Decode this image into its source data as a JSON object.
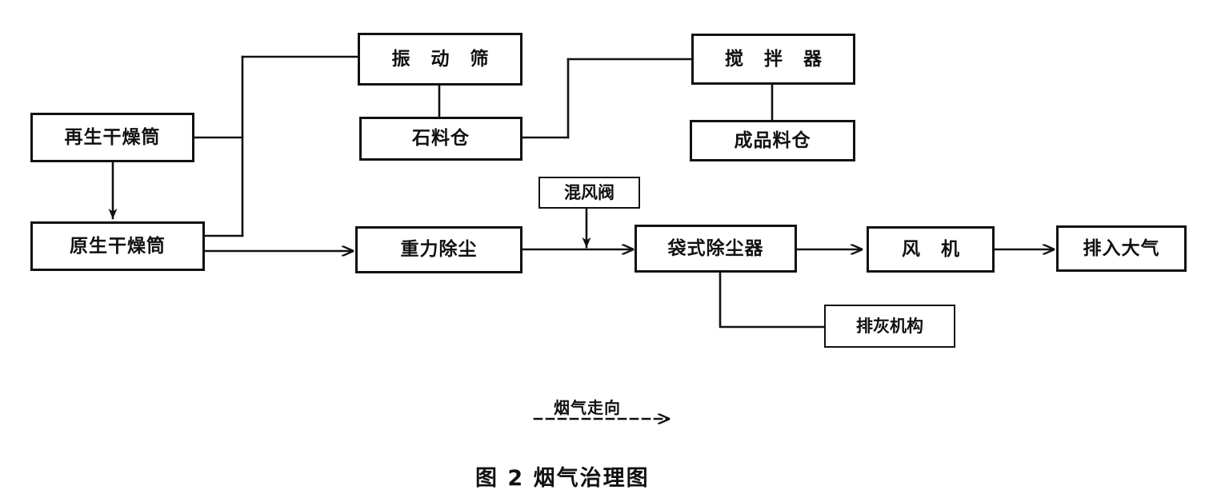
{
  "figure": {
    "caption": "图 2  烟气治理图",
    "legend": {
      "label": "烟气走向",
      "arrow_icon": "flow-arrow-right"
    }
  },
  "nodes": {
    "regen_dryer": {
      "label": "再生干燥筒"
    },
    "vibrating_screen": {
      "label": "振 动 筛"
    },
    "mixer": {
      "label": "搅 拌 器"
    },
    "stone_silo": {
      "label": "石料仓"
    },
    "product_silo": {
      "label": "成品料仓"
    },
    "raw_dryer": {
      "label": "原生干燥筒"
    },
    "mixing_valve": {
      "label": "混风阀"
    },
    "gravity_dust": {
      "label": "重力除尘"
    },
    "bag_dust_collector": {
      "label": "袋式除尘器"
    },
    "fan": {
      "label": "风 机"
    },
    "exhaust": {
      "label": "排入大气"
    },
    "ash_discharge": {
      "label": "排灰机构"
    }
  },
  "edges": [
    {
      "from": "regen_dryer",
      "to": "raw_dryer",
      "style": "arrow-down"
    },
    {
      "from": "regen_dryer",
      "to": "vibrating_screen",
      "style": "plain"
    },
    {
      "from": "raw_dryer",
      "to": "vibrating_screen",
      "style": "plain"
    },
    {
      "from": "vibrating_screen",
      "to": "stone_silo",
      "style": "plain"
    },
    {
      "from": "stone_silo",
      "to": "mixer",
      "style": "plain"
    },
    {
      "from": "mixer",
      "to": "product_silo",
      "style": "plain"
    },
    {
      "from": "raw_dryer",
      "to": "gravity_dust",
      "style": "arrow-right"
    },
    {
      "from": "gravity_dust",
      "to": "bag_dust_collector",
      "style": "arrow-right"
    },
    {
      "from": "mixing_valve",
      "to": "bag_dust_collector",
      "style": "arrow-down"
    },
    {
      "from": "bag_dust_collector",
      "to": "fan",
      "style": "arrow-right"
    },
    {
      "from": "fan",
      "to": "exhaust",
      "style": "arrow-right"
    },
    {
      "from": "bag_dust_collector",
      "to": "ash_discharge",
      "style": "plain"
    }
  ],
  "colors": {
    "line": "#111111",
    "background": "#ffffff"
  }
}
